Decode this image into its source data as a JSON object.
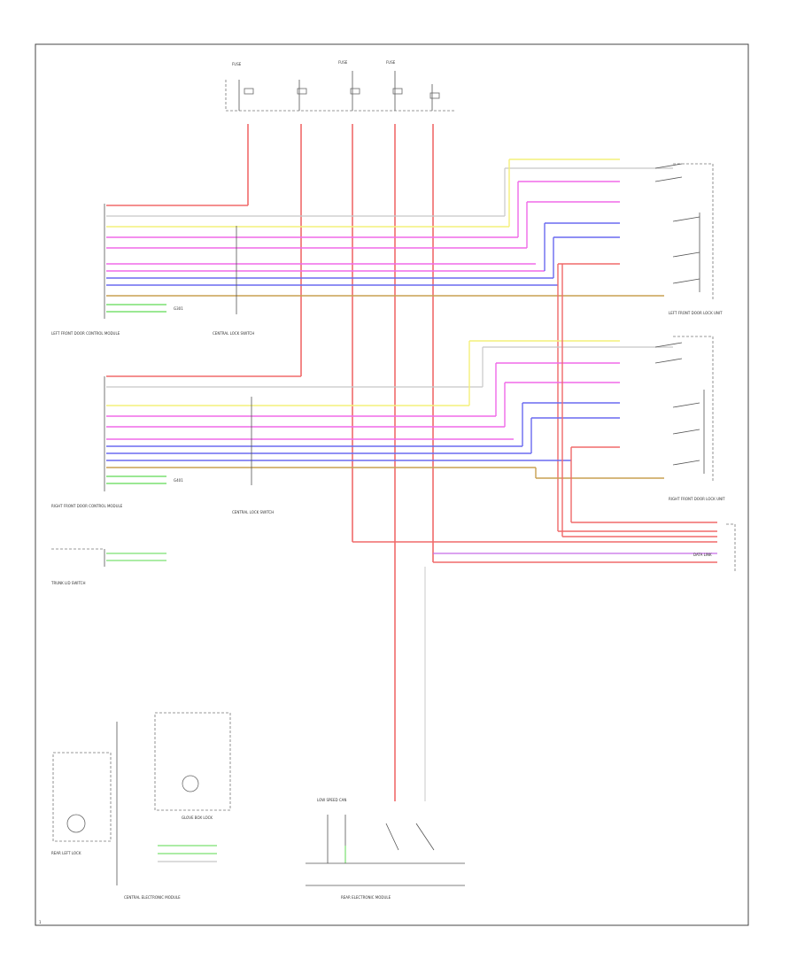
{
  "diagram": {
    "footer_id": "1",
    "wire_colors": {
      "red": "#f06a6a",
      "grey": "#c8c8c8",
      "yellow": "#f4f07a",
      "pink": "#f06ae8",
      "violet": "#c56ae8",
      "blue": "#6a6af0",
      "tan": "#c8a050",
      "green": "#7ae070",
      "black": "#333333"
    },
    "labels": {
      "fuse_block": "FUSE",
      "front_left_module": "LEFT FRONT DOOR CONTROL MODULE",
      "front_right_module": "RIGHT FRONT DOOR CONTROL MODULE",
      "left_lock_unit": "LEFT FRONT DOOR LOCK UNIT",
      "right_lock_unit": "RIGHT FRONT DOOR LOCK UNIT",
      "ground_left": "G301",
      "ground_right": "G401",
      "switch_left": "CENTRAL LOCK SWITCH",
      "switch_right": "CENTRAL LOCK SWITCH",
      "rear_module": "REAR ELECTRONIC MODULE",
      "rear_left_lock": "REAR LEFT LOCK",
      "trunk_switch": "TRUNK LID SWITCH",
      "glove_box": "GLOVE BOX LOCK",
      "comfort_module": "CENTRAL ELECTRONIC MODULE",
      "data_link": "DATA LINK",
      "low_note": "LOW SPEED CAN"
    }
  }
}
